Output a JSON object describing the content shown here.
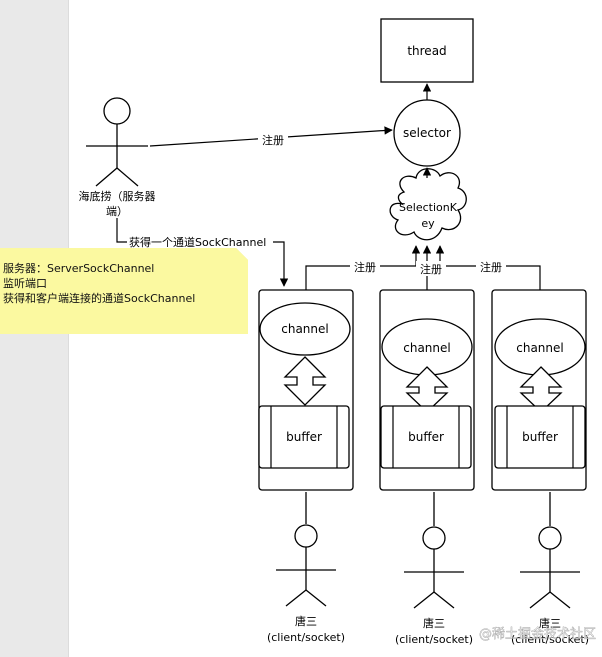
{
  "diagram": {
    "thread_label": "thread",
    "selector_label": "selector",
    "selection_key_line1": "SelectionK",
    "selection_key_line2": "ey",
    "register_label": "注册",
    "get_channel_label": "获得一个通道SockChannel",
    "server_actor": {
      "name_line1": "海底捞（服务器",
      "name_line2": "端）"
    },
    "client_actors": [
      {
        "name": "唐三",
        "role": "(client/socket)"
      },
      {
        "name": "唐三",
        "role": "(client/socket)"
      },
      {
        "name": "唐三",
        "role": "(client/socket)"
      }
    ],
    "client_boxes": [
      {
        "channel_label": "channel",
        "buffer_label": "buffer"
      },
      {
        "channel_label": "channel",
        "buffer_label": "buffer"
      },
      {
        "channel_label": "channel",
        "buffer_label": "buffer"
      }
    ],
    "note_lines": [
      "服务器：ServerSockChannel",
      "监听端口",
      "获得和客户端连接的通道SockChannel"
    ],
    "watermark": "@稀土掘金技术社区",
    "colors": {
      "stroke": "#000000",
      "note_fill": "#fbf9a0",
      "background": "#ffffff",
      "margin": "#e9e9e9"
    }
  }
}
